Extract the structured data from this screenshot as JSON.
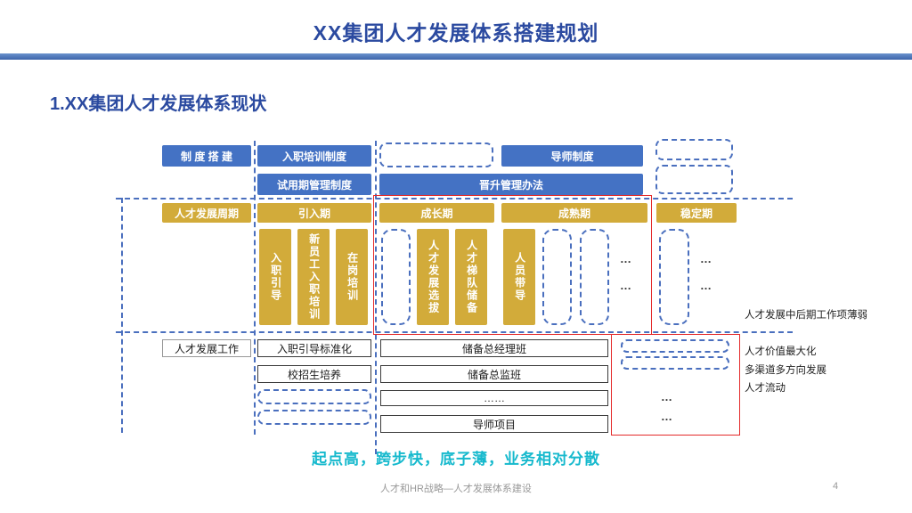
{
  "title": "XX集团人才发展体系搭建规划",
  "section_heading": "1.XX集团人才发展体系现状",
  "dots": "…",
  "system": {
    "label": "制 度 搭 建",
    "onboarding": "入职培训制度",
    "mentor": "导师制度",
    "probation": "试用期管理制度",
    "promotion": "晋升管理办法"
  },
  "cycle": {
    "label": "人才发展周期",
    "phase_intro": "引入期",
    "phase_growth": "成长期",
    "phase_mature": "成熟期",
    "phase_stable": "稳定期",
    "intro_items": [
      "入职引导",
      "新员工入职培训",
      "在岗培训"
    ],
    "growth_items": [
      "人才发展选拔",
      "人才梯队储备"
    ],
    "mature_item": "人员带导"
  },
  "work": {
    "label": "人才发展工作",
    "left_items": [
      "入职引导标准化",
      "校招生培养"
    ],
    "mid_items": [
      "储备总经理班",
      "储备总监班",
      "……",
      "导师项目"
    ]
  },
  "annotations": {
    "weak": "人才发展中后期工作项薄弱",
    "right": [
      "人才价值最大化",
      "多渠道多方向发展",
      "人才流动"
    ]
  },
  "bottom_note": "起点高，跨步快，底子薄，业务相对分散",
  "footer": {
    "text": "人才和HR战略—人才发展体系建设",
    "page": "4"
  },
  "colors": {
    "accent_blue": "#4472c4",
    "accent_yellow": "#d2ab3a",
    "dashed_blue": "#4a6fbe",
    "red": "#e42a2a",
    "teal": "#16b9cd",
    "title_blue": "#2b4aa0"
  }
}
